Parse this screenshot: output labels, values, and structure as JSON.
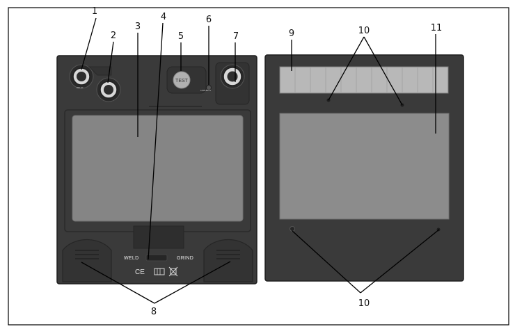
{
  "callouts": {
    "c1": "1",
    "c2": "2",
    "c3": "3",
    "c4": "4",
    "c5": "5",
    "c6": "6",
    "c7": "7",
    "c8": "8",
    "c9": "9",
    "c10_top": "10",
    "c10_bottom": "10",
    "c11": "11"
  },
  "front_panel": {
    "test_button_label": "TEST",
    "weld_label": "WELD",
    "grind_label": "GRIND",
    "ce_mark": "CE"
  },
  "colors": {
    "panel_body": "#3a3a3a",
    "panel_edge": "#1e1e1e",
    "lens_front": "#858585",
    "lens_back": "#8c8c8c",
    "solar_cell": "#b8b8b8",
    "leader_line": "#000000"
  }
}
